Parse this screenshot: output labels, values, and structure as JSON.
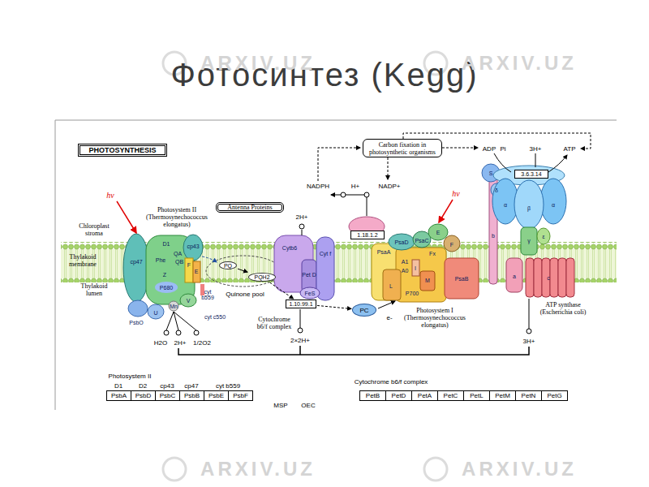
{
  "diagram": {
    "title": "Фотосинтез (Kegg)",
    "nodes": [
      {
        "text": [
          "PHOTOSYNTHESIS"
        ]
      },
      {
        "text": [
          "Carbon fixation in photosynthetic organisms"
        ]
      },
      {
        "text": [
          "Antenna Proteins"
        ]
      },
      {
        "text": [
          "PQ"
        ]
      },
      {
        "text": [
          "PQH2"
        ]
      },
      {
        "text": [
          "1.10.99.1"
        ]
      },
      {
        "text": [
          "PC"
        ]
      },
      {
        "text": [
          "1.18.1.2"
        ]
      },
      {
        "text": [
          "3.6.3.14"
        ]
      }
    ],
    "edges": [
      {
        "from": 3,
        "to": 4,
        "arrow": "to"
      },
      {
        "from": 4,
        "to": 5,
        "arrow": "to"
      },
      {
        "from": 5,
        "to": 6,
        "arrow": "to"
      }
    ],
    "labels": [
      "ARXIV.UZ",
      "ARXIV.UZ",
      "ADP",
      "Pi",
      "3H+",
      "ATP",
      "NADPH",
      "H+",
      "NADP+",
      "hν",
      "hν",
      "Photosystem II (Thermosynechococcus elongatus)",
      "Chloroplast stroma",
      "Thylakoid membrane",
      "Thylakoid lumen",
      "2H+",
      "S",
      "α",
      "β",
      "α",
      "δ",
      "b",
      "γ",
      "ε",
      "a",
      "c",
      "D1",
      "cp43",
      "cp47",
      "QA",
      "QB",
      "Phe",
      "F",
      "E",
      "Z",
      "P680",
      "cyt b559",
      "Quinone pool",
      "PsbO",
      "U",
      "Mn",
      "V",
      "cyt c550",
      "Cytb6",
      "Cyt f",
      "Pet D",
      "FeS",
      "Cytochrome b6/f complex",
      "PsaA",
      "PsaD",
      "PsaC",
      "E",
      "F",
      "Fx",
      "A1",
      "A0",
      "L",
      "I",
      "P700",
      "M",
      "PsaB",
      "e-",
      "Photosystem I (Thermosynechococcus elongatus)",
      "ATP synthase (Escherichia coli)",
      "H2O",
      "2H+",
      "1/2O2",
      "2×2H+",
      "3H+",
      "Photosystem II",
      "D1",
      "D2",
      "cp43",
      "cp47",
      "cyt b559",
      "MSP",
      "OEC",
      "PsbA",
      "PsbD",
      "PsbC",
      "PsbB",
      "PsbE",
      "PsbF",
      "Cytochrome b6/f complex",
      "PetB",
      "PetD",
      "PetA",
      "PetC",
      "PetL",
      "PetM",
      "PetN",
      "PetG",
      "ARXIV.UZ",
      "ARXIV.UZ"
    ]
  }
}
